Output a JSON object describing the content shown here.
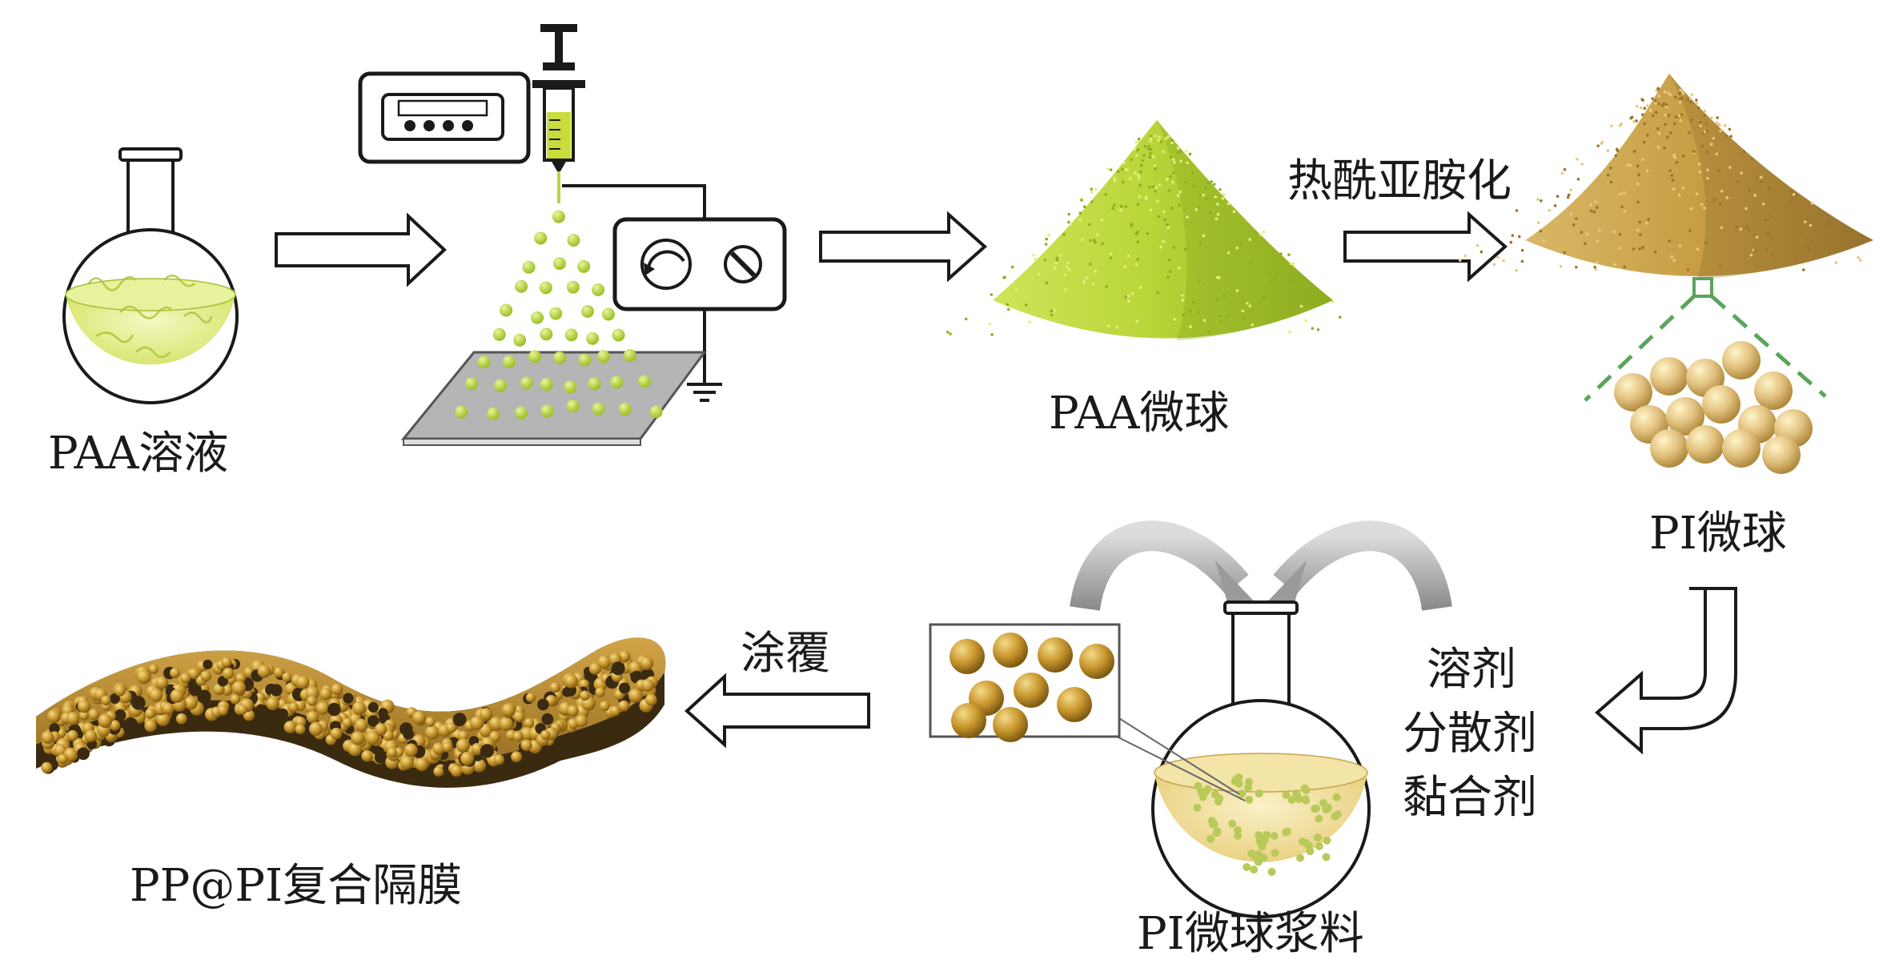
{
  "labels": {
    "paa_solution": "PAA溶液",
    "paa_microspheres": "PAA微球",
    "thermal_imidization": "热酰亚胺化",
    "pi_microspheres": "PI微球",
    "solvent": "溶剂",
    "dispersant": "分散剂",
    "binder": "黏合剂",
    "pi_slurry": "PI微球浆料",
    "coating": "涂覆",
    "composite_separator": "PP@PI复合隔膜"
  },
  "colors": {
    "paa_green": "#b7d63a",
    "pi_gold": "#c9a34e",
    "dashed_green": "#5aa55a",
    "outline": "#1a1a1a"
  }
}
